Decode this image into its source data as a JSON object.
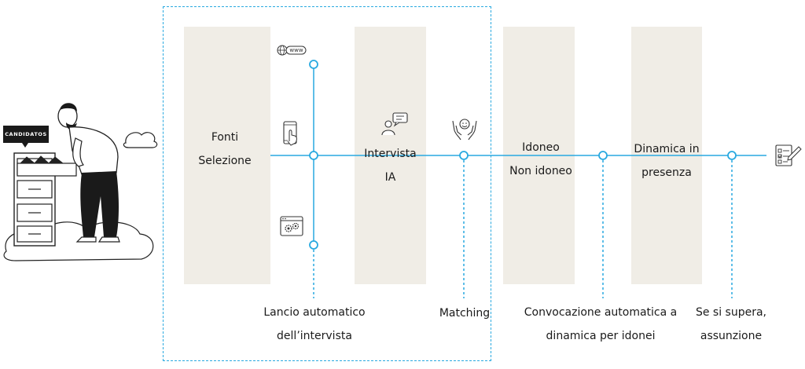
{
  "illustration": {
    "sign_text": "CANDIDATOS"
  },
  "stages": [
    {
      "line1": "Fonti",
      "line2": "Selezione"
    },
    {
      "line1": "Intervista",
      "line2": "IA"
    },
    {
      "line1": "Idoneo",
      "line2": "Non idoneo"
    },
    {
      "line1": "Dinamica in",
      "line2": "presenza"
    }
  ],
  "web_icon_text": "www",
  "captions": [
    {
      "line1": "Lancio automatico",
      "line2": "dell’intervista"
    },
    {
      "line1": "Matching",
      "line2": ""
    },
    {
      "line1": "Convocazione automatica a",
      "line2": "dinamica per idonei"
    },
    {
      "line1": "Se si supera,",
      "line2": "assunzione"
    }
  ],
  "colors": {
    "accent": "#29a9e0",
    "panel": "#f0ede6"
  }
}
